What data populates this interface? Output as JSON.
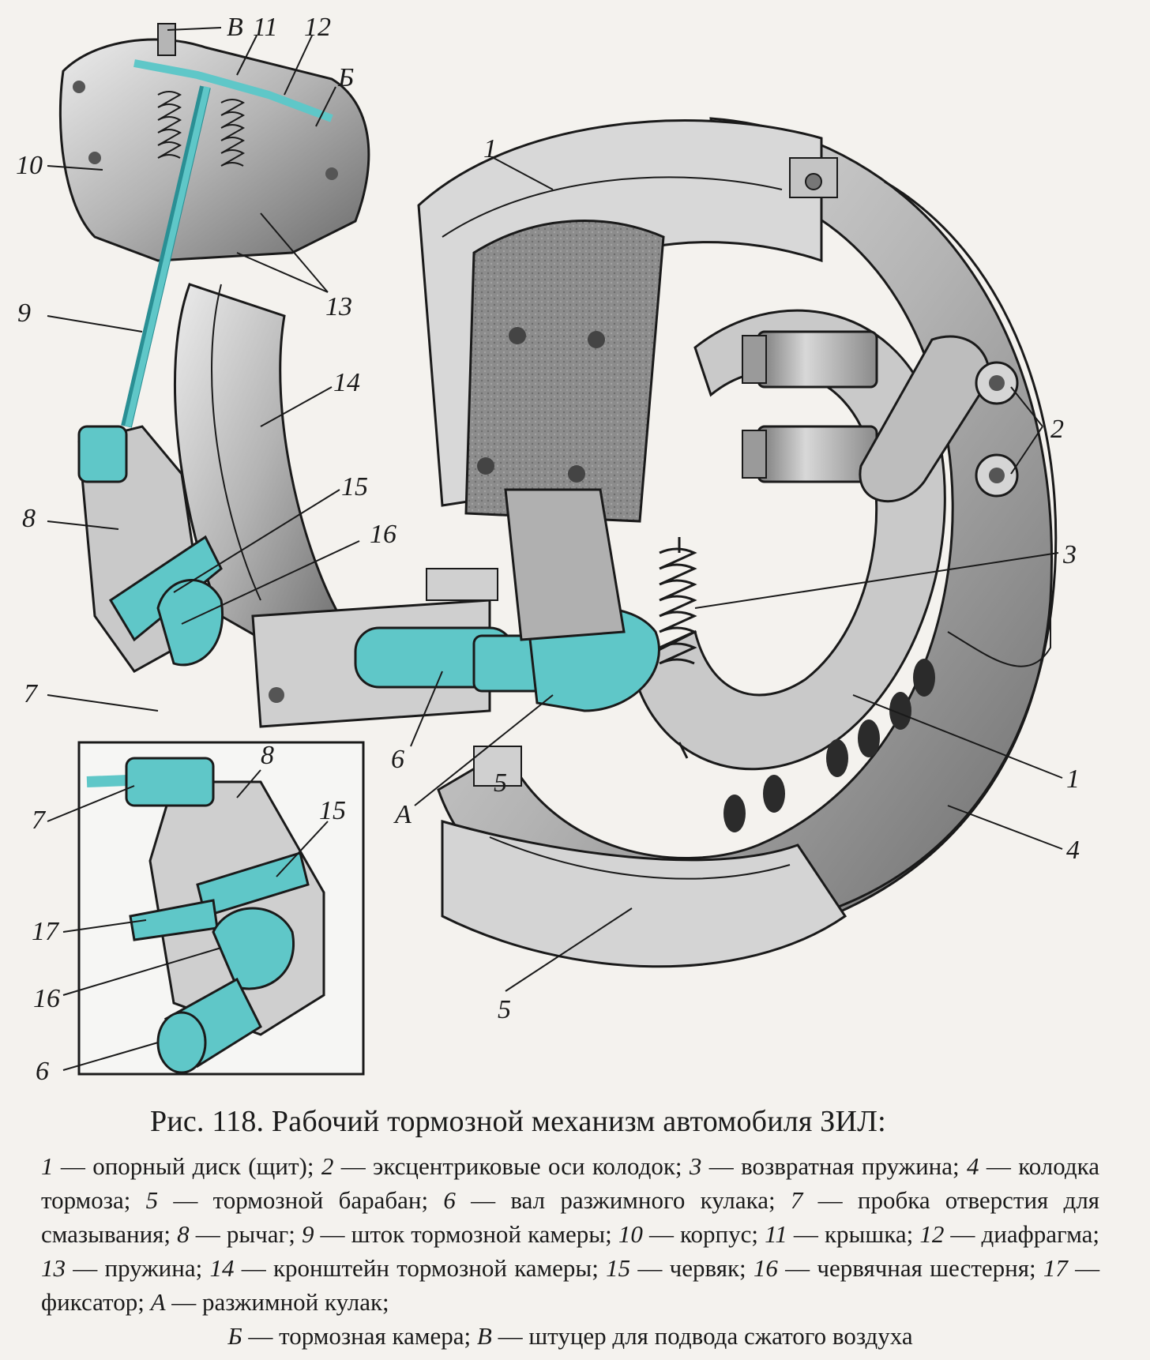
{
  "figure": {
    "colors": {
      "accent": "#5fc7c8",
      "accent_dark": "#2a8f94",
      "metal_light": "#e2e2e2",
      "metal_mid": "#a6a6a6",
      "metal_dark": "#5e5e5e",
      "ink": "#1a1a1a"
    },
    "callouts": [
      {
        "id": "label-v",
        "text": "В"
      },
      {
        "id": "label-11",
        "text": "11"
      },
      {
        "id": "label-12",
        "text": "12"
      },
      {
        "id": "label-b",
        "text": "Б"
      },
      {
        "id": "label-10",
        "text": "10"
      },
      {
        "id": "label-1-top",
        "text": "1"
      },
      {
        "id": "label-13",
        "text": "13"
      },
      {
        "id": "label-9",
        "text": "9"
      },
      {
        "id": "label-14",
        "text": "14"
      },
      {
        "id": "label-2",
        "text": "2"
      },
      {
        "id": "label-15-main",
        "text": "15"
      },
      {
        "id": "label-8-main",
        "text": "8"
      },
      {
        "id": "label-16-main",
        "text": "16"
      },
      {
        "id": "label-3",
        "text": "3"
      },
      {
        "id": "label-7-main",
        "text": "7"
      },
      {
        "id": "label-6-main",
        "text": "6"
      },
      {
        "id": "label-1-right",
        "text": "1"
      },
      {
        "id": "label-a",
        "text": "А"
      },
      {
        "id": "label-5-inset",
        "text": "5"
      },
      {
        "id": "label-4",
        "text": "4"
      },
      {
        "id": "label-8-inset",
        "text": "8"
      },
      {
        "id": "label-7-inset",
        "text": "7"
      },
      {
        "id": "label-15-inset",
        "text": "15"
      },
      {
        "id": "label-17",
        "text": "17"
      },
      {
        "id": "label-16-inset",
        "text": "16"
      },
      {
        "id": "label-6-inset",
        "text": "6"
      },
      {
        "id": "label-5-bottom",
        "text": "5"
      }
    ]
  },
  "caption": {
    "title": "Рис. 118. Рабочий тормозной механизм автомобиля ЗИЛ:",
    "legend": [
      {
        "num": "1",
        "text": "— опорный диск (щит);"
      },
      {
        "num": "2",
        "text": "— эксцентриковые оси колодок;"
      },
      {
        "num": "3",
        "text": "— возвратная пружина;"
      },
      {
        "num": "4",
        "text": "— колодка тормоза;"
      },
      {
        "num": "5",
        "text": "— тормозной барабан;"
      },
      {
        "num": "6",
        "text": "— вал разжимного кулака;"
      },
      {
        "num": "7",
        "text": "— пробка отверстия для смазывания;"
      },
      {
        "num": "8",
        "text": "— рычаг;"
      },
      {
        "num": "9",
        "text": "— шток тормозной камеры;"
      },
      {
        "num": "10",
        "text": "— корпус;"
      },
      {
        "num": "11",
        "text": "— крышка;"
      },
      {
        "num": "12",
        "text": "— диафрагма;"
      },
      {
        "num": "13",
        "text": "— пружина;"
      },
      {
        "num": "14",
        "text": "— кронштейн тормозной камеры;"
      },
      {
        "num": "15",
        "text": "— червяк;"
      },
      {
        "num": "16",
        "text": "— червячная шестерня;"
      },
      {
        "num": "17",
        "text": "— фиксатор;"
      },
      {
        "num": "А",
        "text": "— разжимной кулак;"
      },
      {
        "num": "Б",
        "text": "— тормозная камера;"
      },
      {
        "num": "В",
        "text": "— штуцер для подвода сжатого воздуха"
      }
    ]
  }
}
